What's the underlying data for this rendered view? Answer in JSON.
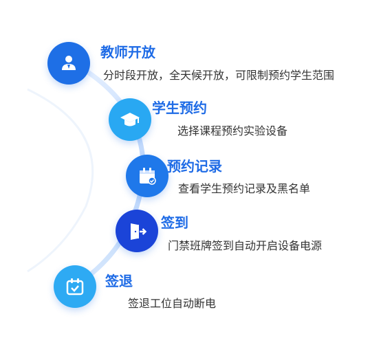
{
  "steps": [
    {
      "title": "教师开放",
      "desc": "分时段开放，全天候开放，可限制预约学生范围",
      "icon": "teacher-icon",
      "color": "#1e6fe6"
    },
    {
      "title": "学生预约",
      "desc": "选择课程预约实验设备",
      "icon": "graduation-cap-icon",
      "color": "#29a8f2"
    },
    {
      "title": "预约记录",
      "desc": "查看学生预约记录及黑名单",
      "icon": "calendar-check-icon",
      "color": "#1f78ea"
    },
    {
      "title": "签到",
      "desc": "门禁班牌签到自动开启设备电源",
      "icon": "door-exit-icon",
      "color": "#1b44d8"
    },
    {
      "title": "签退",
      "desc": "签退工位自动断电",
      "icon": "calendar-checked-icon",
      "color": "#2eaaf3"
    }
  ],
  "colors": {
    "title_blue": "#1e6be6",
    "arc": "#bcd7fb",
    "text": "#333333"
  }
}
